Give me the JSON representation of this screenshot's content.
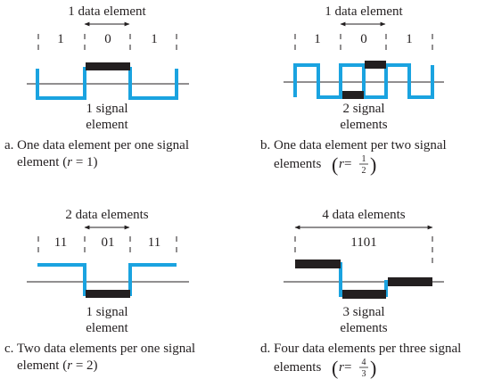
{
  "panels": {
    "a": {
      "top_label": "1 data element",
      "bits": [
        "1",
        "0",
        "1"
      ],
      "signal_label_1": "1 signal",
      "signal_label_2": "element",
      "caption_1": "a. One data element per one signal",
      "caption_2_pre": "element (",
      "caption_2_r": "r",
      "caption_2_post": " = 1)"
    },
    "b": {
      "top_label": "1 data element",
      "bits": [
        "1",
        "0",
        "1"
      ],
      "signal_label_1": "2 signal",
      "signal_label_2": "elements",
      "caption_1": "b. One data element per two signal",
      "caption_2_pre": "elements ",
      "caption_2_r": "r",
      "caption_2_eq": " = ",
      "frac_num": "1",
      "frac_den": "2"
    },
    "c": {
      "top_label": "2 data elements",
      "bits": [
        "11",
        "01",
        "11"
      ],
      "signal_label_1": "1 signal",
      "signal_label_2": "element",
      "caption_1": "c. Two data elements per one signal",
      "caption_2_pre": "element (",
      "caption_2_r": "r",
      "caption_2_post": " = 2)"
    },
    "d": {
      "top_label": "4 data elements",
      "bits": [
        "1101"
      ],
      "signal_label_1": "3 signal",
      "signal_label_2": "elements",
      "caption_1": "d. Four data elements per three signal",
      "caption_2_pre": "elements ",
      "caption_2_r": "r",
      "caption_2_eq": " = ",
      "frac_num": "4",
      "frac_den": "3"
    }
  },
  "colors": {
    "signal": "#1aa3e0",
    "data_bar": "#231f20",
    "text": "#231f20"
  }
}
